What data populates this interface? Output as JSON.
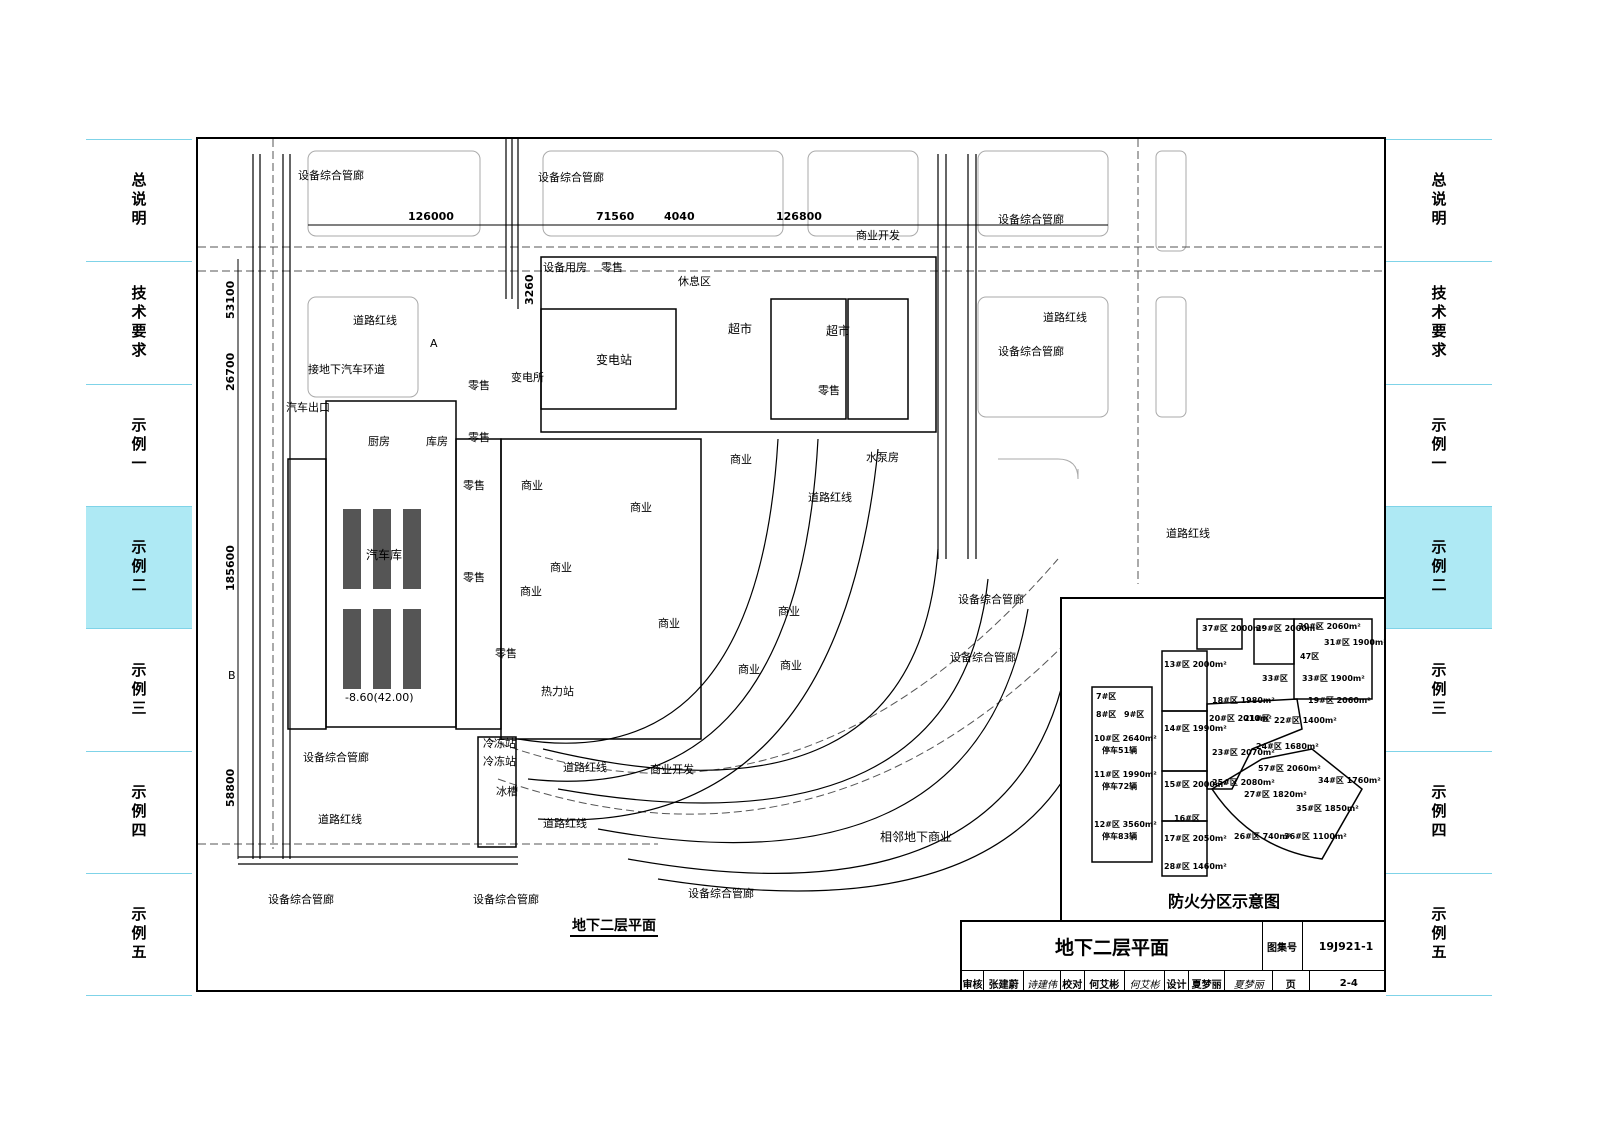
{
  "side_tabs": [
    {
      "label": "总说明",
      "active": false
    },
    {
      "label": "技术要求",
      "active": false
    },
    {
      "label": "示例一",
      "active": false
    },
    {
      "label": "示例二",
      "active": true
    },
    {
      "label": "示例三",
      "active": false
    },
    {
      "label": "示例四",
      "active": false
    },
    {
      "label": "示例五",
      "active": false
    }
  ],
  "colors": {
    "tab_rule": "#7fd3e8",
    "tab_active": "#aee9f4",
    "line": "#000000"
  },
  "plan": {
    "dimensions_top": [
      "126000",
      "71560",
      "4040",
      "126800"
    ],
    "dimensions_left": [
      "53100",
      "26700",
      "185600",
      "58800"
    ],
    "dimension_vertical_short": "3260",
    "labels": {
      "utility_tunnel": "设备综合管廊",
      "road_red_line": "道路红线",
      "commercial_development": "商业开发",
      "connect_loop": "接地下汽车环道",
      "car_exit": "汽车出口",
      "substation": "变电站",
      "substation_room": "变电所",
      "supermarket": "超市",
      "retail": "零售",
      "rest_area": "休息区",
      "equipment_storage": "设备用房",
      "kitchen": "厨房",
      "storeroom": "库房",
      "garage": "汽车库",
      "commerce": "商业",
      "heat_station": "热力站",
      "cooling_station": "冷冻站",
      "ice_tank": "冰槽",
      "water_pump": "水泵房",
      "neighbor_commerce": "相邻地下商业",
      "elevation": "-8.60(42.00)",
      "section_a": "A",
      "section_b": "B",
      "caption": "地下二层平面"
    }
  },
  "inset": {
    "title": "防火分区示意图",
    "zones": [
      "37#区 2000m²",
      "29#区 2000m²",
      "30#区 2060m²",
      "31#区 1900m²",
      "47区",
      "33#区",
      "33#区 1900m²",
      "13#区 2000m²",
      "7#区",
      "8#区",
      "9#区",
      "18#区 1980m²",
      "19#区 2060m²",
      "10#区 2640m²",
      "停车51辆",
      "14#区 1990m²",
      "20#区 2010m²",
      "21#区",
      "22#区 1400m²",
      "11#区 1990m²",
      "停车72辆",
      "23#区 2070m²",
      "24#区 1680m²",
      "15#区 2000m²",
      "57#区 2060m²",
      "34#区 1760m²",
      "25#区 2080m²",
      "27#区 1820m²",
      "35#区 1850m²",
      "12#区 3560m²",
      "停车83辆",
      "16#区",
      "17#区 2050m²",
      "26#区 740m²",
      "36#区 1100m²",
      "28#区 1460m²"
    ]
  },
  "titleblock": {
    "title": "地下二层平面",
    "atlas_label": "图集号",
    "atlas_no": "19J921-1",
    "review_label": "审核",
    "reviewer": "张建蔚",
    "reviewer_sig": "诗建伟",
    "check_label": "校对",
    "checker": "何艾彬",
    "checker_sig": "何艾彬",
    "design_label": "设计",
    "designer": "夏梦丽",
    "designer_sig": "夏梦丽",
    "page_label": "页",
    "page_no": "2-4"
  }
}
